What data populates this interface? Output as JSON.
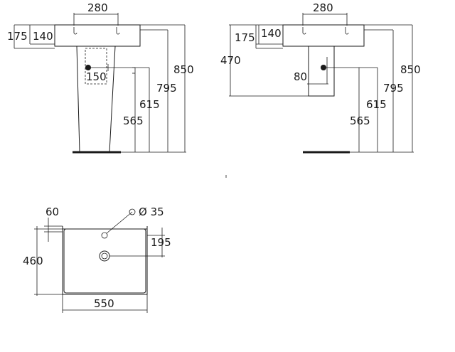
{
  "diagram": {
    "pedestal_view": {
      "width_280": "280",
      "height_175": "175",
      "height_140": "140",
      "offset_150": "150",
      "height_850": "850",
      "height_795": "795",
      "height_615": "615",
      "height_565": "565"
    },
    "wall_view": {
      "width_280": "280",
      "height_175": "175",
      "height_140": "140",
      "height_470": "470",
      "offset_80": "80",
      "height_850": "850",
      "height_795": "795",
      "height_615": "615",
      "height_565": "565"
    },
    "plan_view": {
      "offset_60": "60",
      "hole_diameter": "Ø 35",
      "depth_195": "195",
      "depth_460": "460",
      "width_550": "550"
    }
  }
}
